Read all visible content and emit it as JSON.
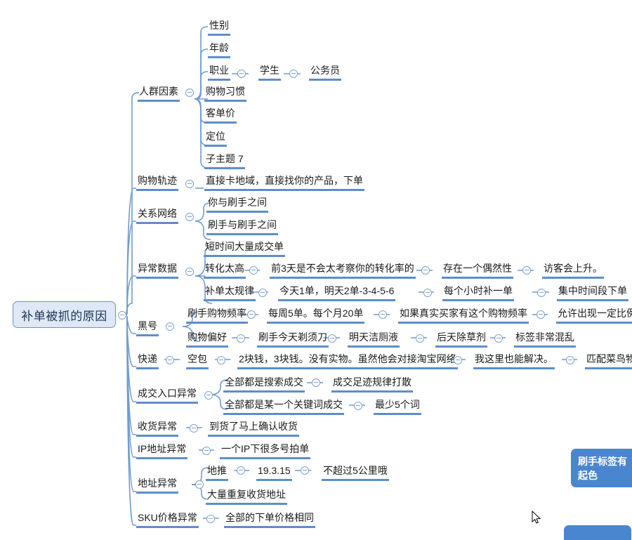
{
  "meta": {
    "root_label": "补单被抓的原因",
    "accent_line": "#5d8ec9",
    "root_fill": "#dfe8f6",
    "root_border": "#7191c4",
    "callout_fill": "#4a86d0"
  },
  "nodes": {
    "n_renqun": "人群因素",
    "n_xingbie": "性别",
    "n_nianling": "年龄",
    "n_zhiye": "职业",
    "n_xuesheng": "学生",
    "n_gongwuyuan": "公务员",
    "n_gouwuxiguan": "购物习惯",
    "n_kedanjia": "客单价",
    "n_dingwei": "定位",
    "n_zizhuti7": "子主题 7",
    "n_guiji": "购物轨迹",
    "n_guiji_1": "直接卡地域，直接找你的产品，下单",
    "n_guanxi": "关系网络",
    "n_guanxi_1": "你与刷手之间",
    "n_guanxi_2": "刷手与刷手之间",
    "n_yichang": "异常数据",
    "n_yichang_1": "短时间大量成交单",
    "n_yichang_2": "转化太高",
    "n_yichang_2a": "前3天是不会太考察你的转化率的",
    "n_yichang_2b": "存在一个偶然性",
    "n_yichang_2c": "访客会上升。",
    "n_yichang_3": "补单太规律",
    "n_yichang_3a": "今天1单，明天2单-3-4-5-6",
    "n_yichang_3b": "每个小时补一单",
    "n_yichang_3c": "集中时间段下单",
    "n_heihao": "黑号",
    "n_heihao_1": "刷手购物频率",
    "n_heihao_1a": "每周5单。每个月20单",
    "n_heihao_1b": "如果真实买家有这个购物频率",
    "n_heihao_1c": "允许出现一定比例的",
    "n_heihao_2": "购物偏好",
    "n_heihao_2a": "刷手今天剃须刀",
    "n_heihao_2b": "明天洁厕液",
    "n_heihao_2c": "后天除草剂",
    "n_heihao_2d": "标签非常混乱",
    "n_kuaidi": "快递",
    "n_kuaidi_1": "空包",
    "n_kuaidi_1a": "2块钱，3块钱。没有实物。虽然他会对接淘宝网络",
    "n_kuaidi_1b": "我这里也能解决。",
    "n_kuaidi_1c": "匹配菜鸟物流",
    "n_rukou": "成交入口异常",
    "n_rukou_1": "全部都是搜索成交",
    "n_rukou_1a": "成交足迹规律打散",
    "n_rukou_2": "全部都是某一个关键词成交",
    "n_rukou_2a": "最少5个词",
    "n_shouhuo": "收货异常",
    "n_shouhuo_1": "到货了马上确认收货",
    "n_ip": "IP地址异常",
    "n_ip_1": "一个IP下很多号拍单",
    "n_dizhi": "地址异常",
    "n_dizhi_1": "地推",
    "n_dizhi_1a": "19.3.15",
    "n_dizhi_1b": "不超过5公里哦",
    "n_dizhi_2": "大量重复收货地址",
    "n_sku": "SKU价格异常",
    "n_sku_1": "全部的下单价格相同"
  },
  "callouts": {
    "box1": "刷手标签有起色",
    "box2": ""
  }
}
